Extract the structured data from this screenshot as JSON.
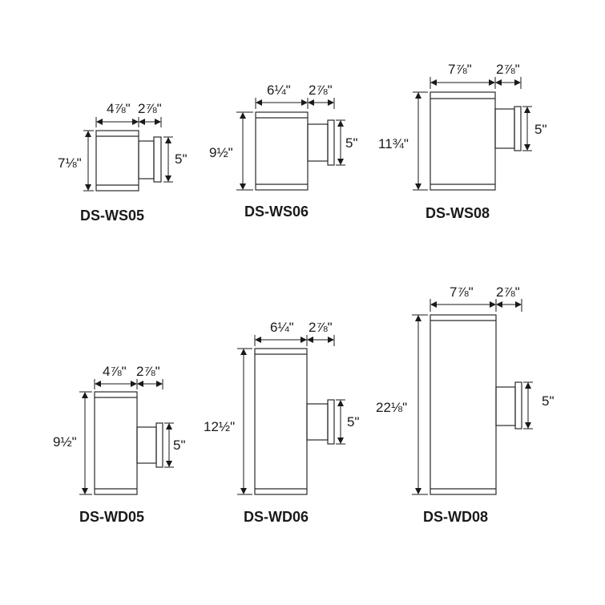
{
  "models": [
    {
      "name": "DS-WS05",
      "width": "4⅞\"",
      "depth": "2⅞\"",
      "height": "7⅛\"",
      "mount": "5\""
    },
    {
      "name": "DS-WS06",
      "width": "6¼\"",
      "depth": "2⅞\"",
      "height": "9½\"",
      "mount": "5\""
    },
    {
      "name": "DS-WS08",
      "width": "7⅞\"",
      "depth": "2⅞\"",
      "height": "11¾\"",
      "mount": "5\""
    },
    {
      "name": "DS-WD05",
      "width": "4⅞\"",
      "depth": "2⅞\"",
      "height": "9½\"",
      "mount": "5\""
    },
    {
      "name": "DS-WD06",
      "width": "6¼\"",
      "depth": "2⅞\"",
      "height": "12½\"",
      "mount": "5\""
    },
    {
      "name": "DS-WD08",
      "width": "7⅞\"",
      "depth": "2⅞\"",
      "height": "22⅛\"",
      "mount": "5\""
    }
  ]
}
